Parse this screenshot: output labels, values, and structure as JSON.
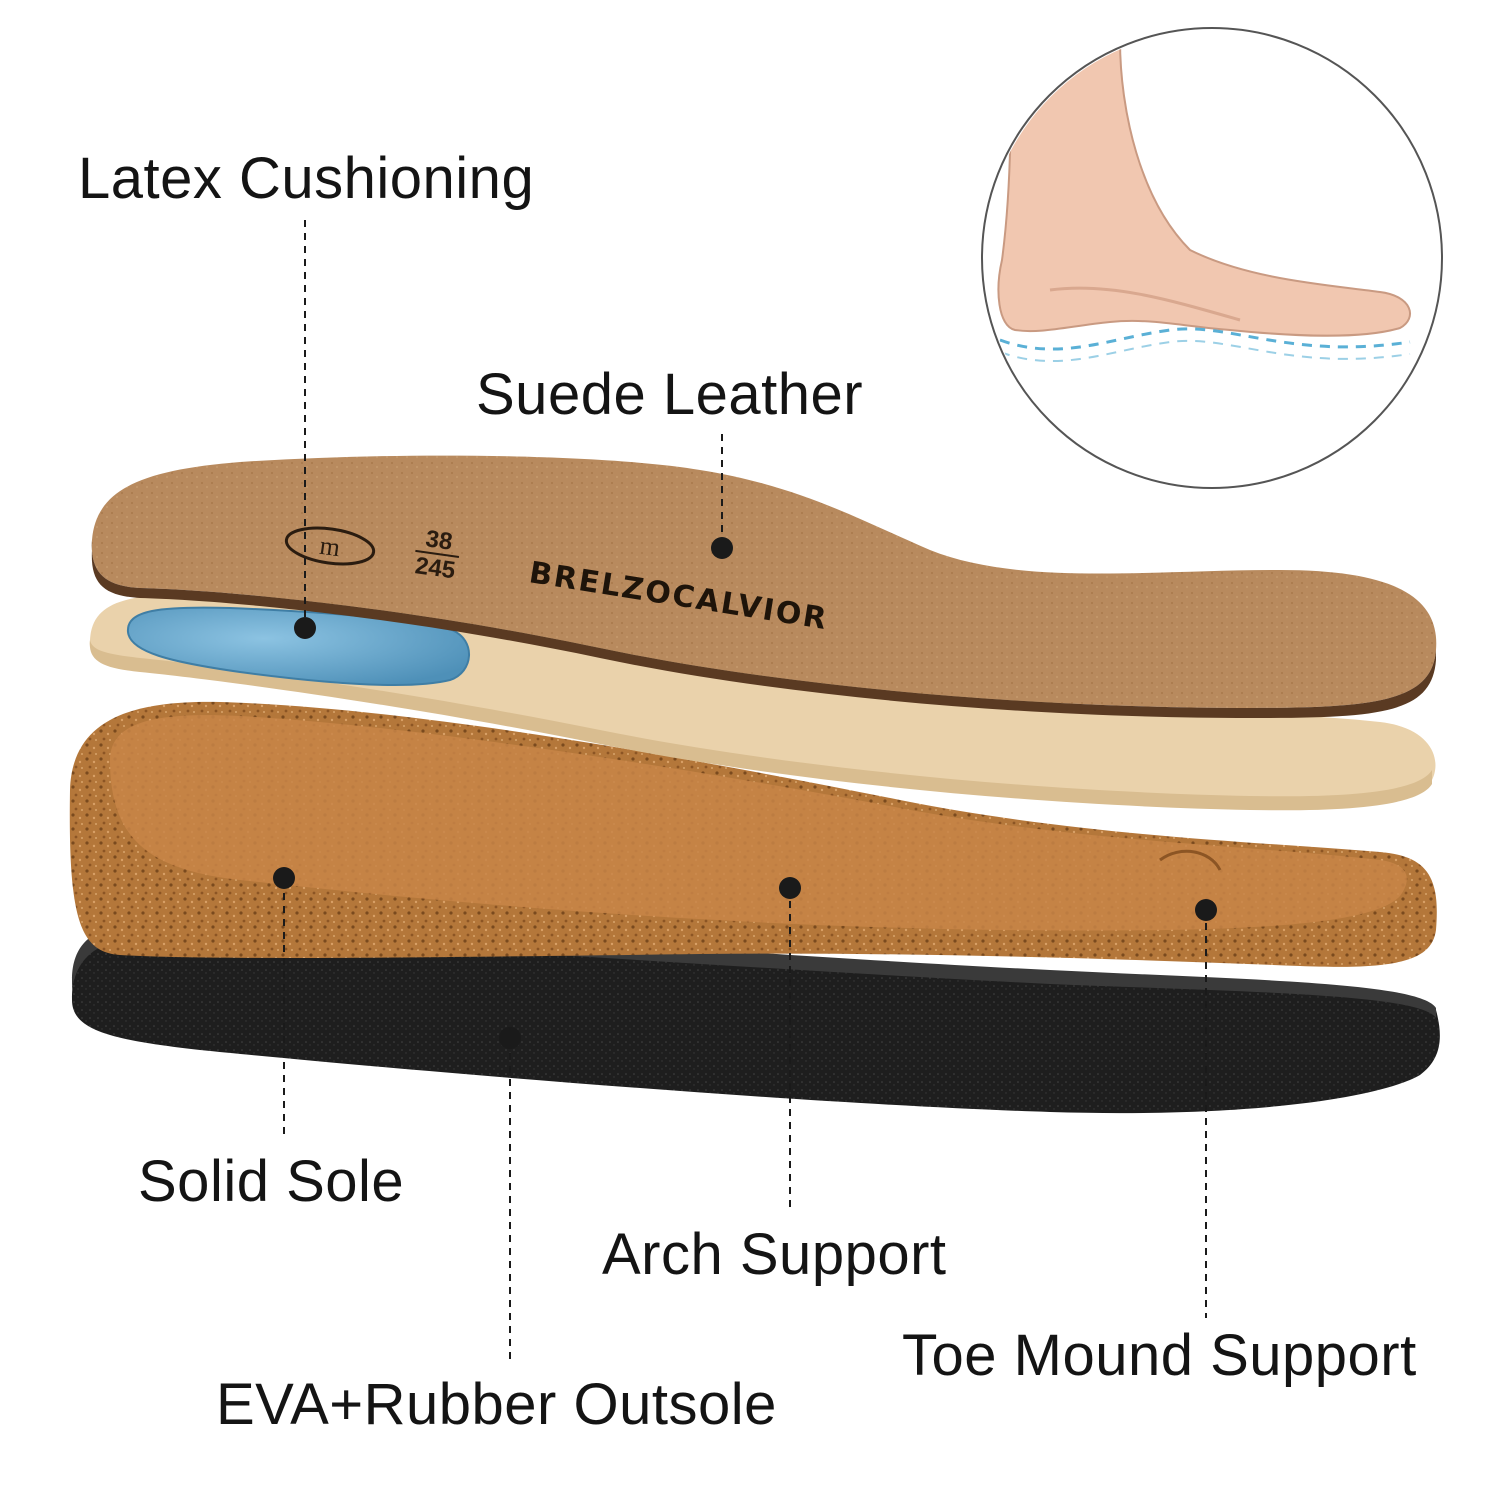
{
  "labels": {
    "latex_cushioning": "Latex Cushioning",
    "suede_leather": "Suede Leather",
    "solid_sole": "Solid Sole",
    "arch_support": "Arch Support",
    "toe_mound_support": "Toe Mound Support",
    "eva_rubber_outsole": "EVA+Rubber Outsole"
  },
  "insole_print": {
    "brand": "BRELZOCALVIOR",
    "size_eu": "38",
    "size_mm": "245",
    "width_mark": "m"
  },
  "colors": {
    "suede": "#b88a5e",
    "suede_edge": "#5a3a22",
    "foam": "#ead2ab",
    "latex": "#6aa9cf",
    "cork": "#b4773a",
    "outsole": "#2a2a2a",
    "callout": "#1a1a1a",
    "arch_line": "#5ab0d6"
  },
  "inset": {
    "subject": "foot-with-arch-curve"
  }
}
